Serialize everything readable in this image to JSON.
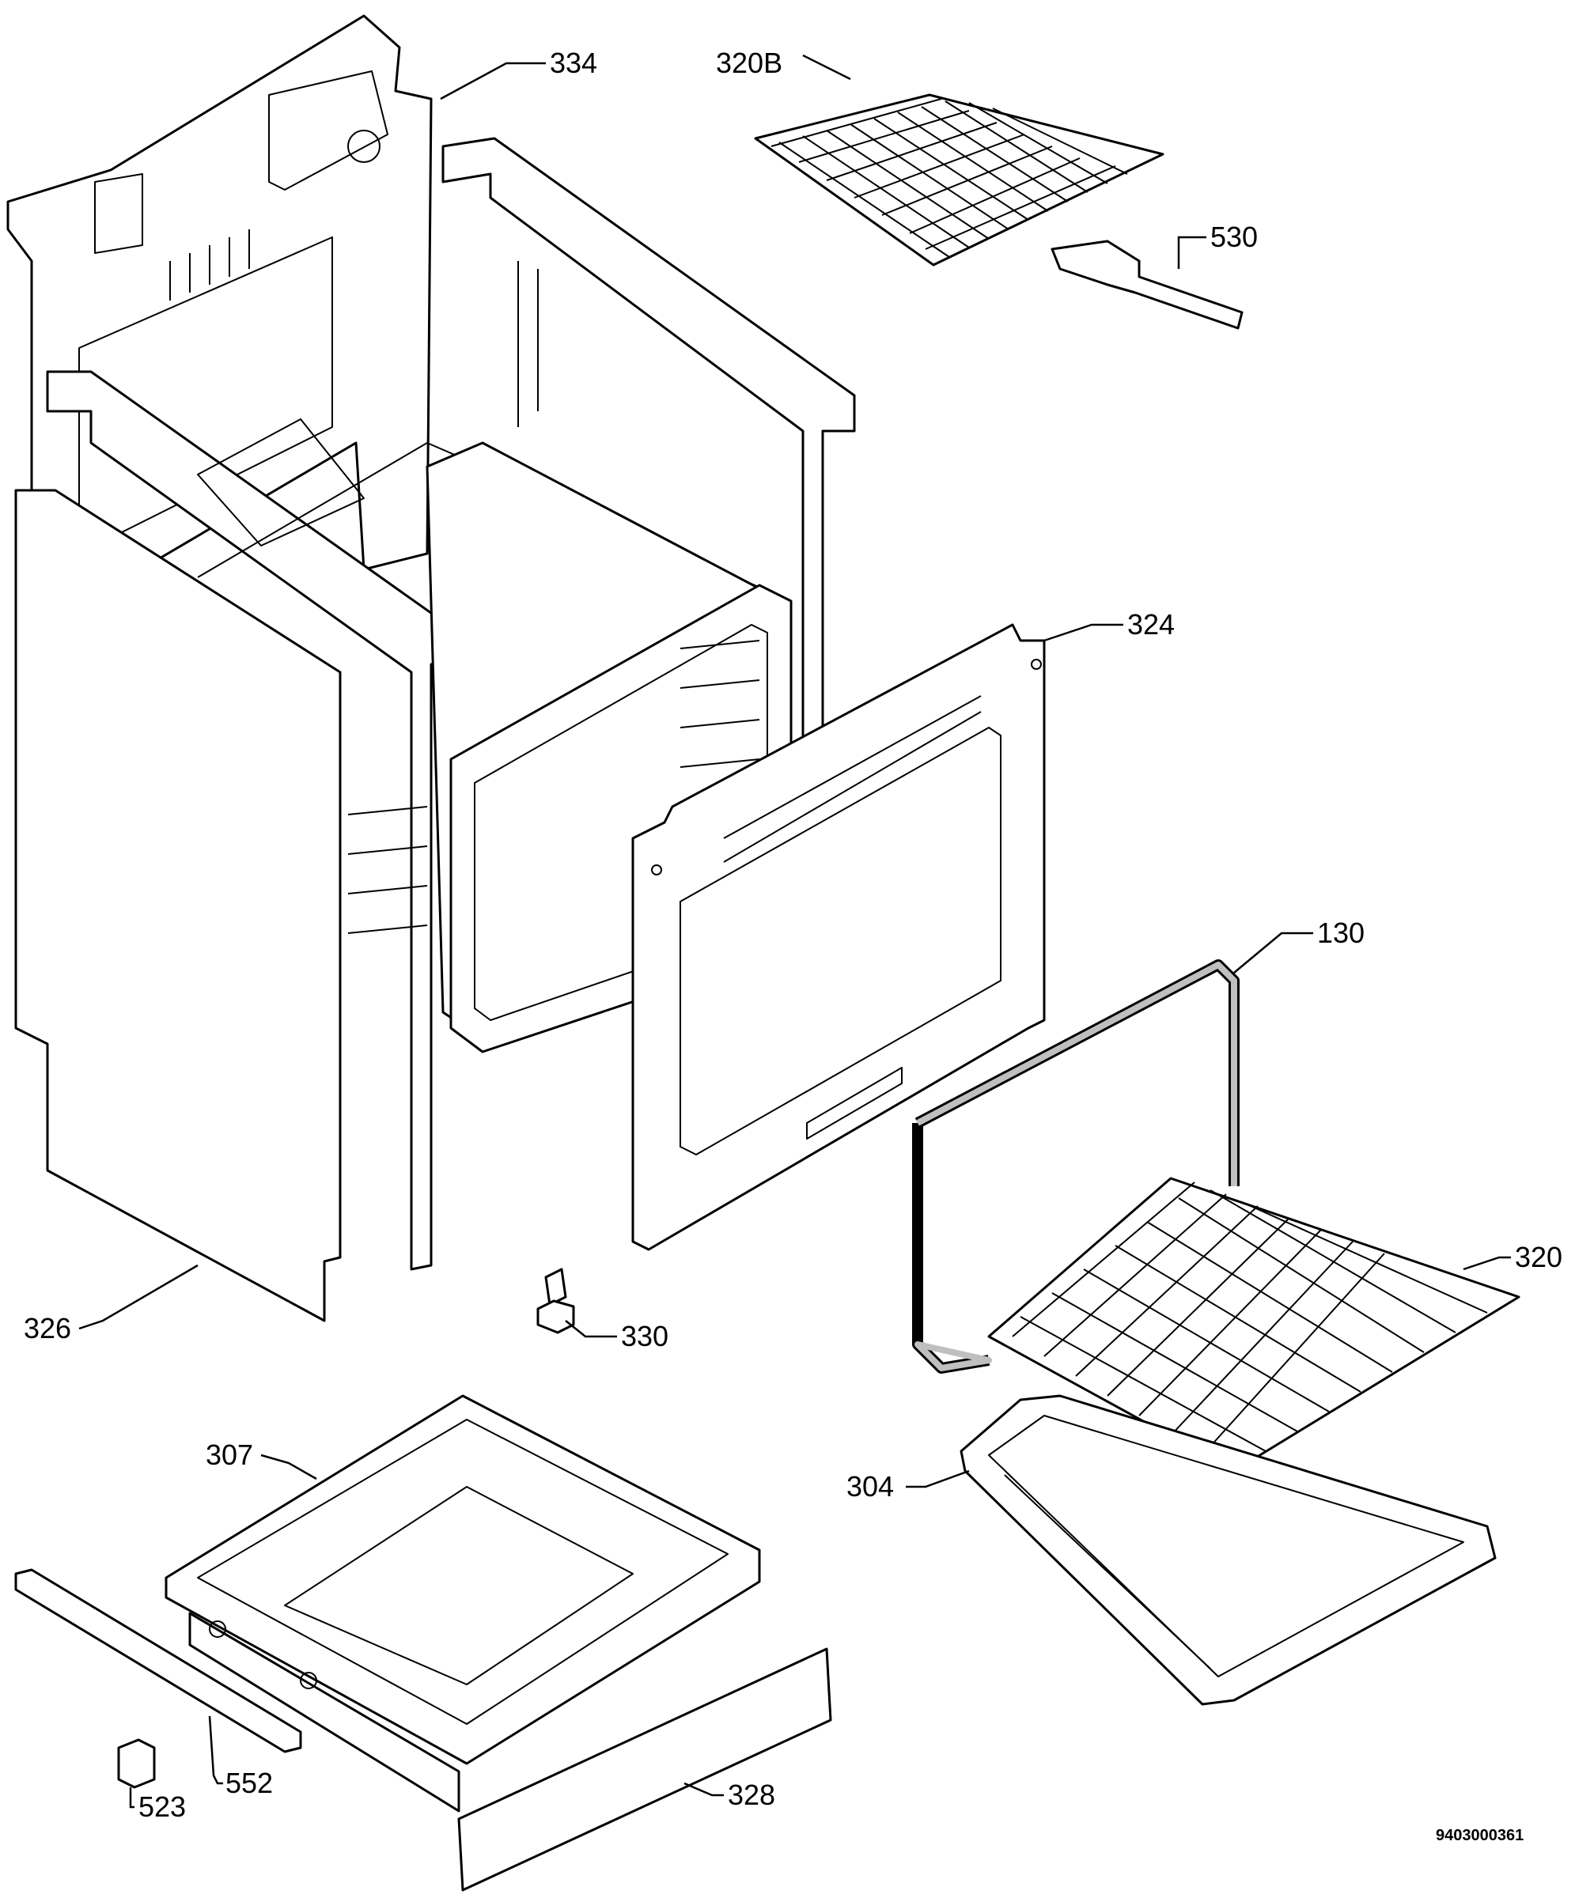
{
  "document_number": "9403000361",
  "callouts": {
    "p334": "334",
    "p320b": "320B",
    "p530": "530",
    "p324": "324",
    "p130": "130",
    "p320": "320",
    "p326": "326",
    "p330": "330",
    "p304": "304",
    "p307": "307",
    "p328": "328",
    "p552": "552",
    "p523": "523"
  }
}
